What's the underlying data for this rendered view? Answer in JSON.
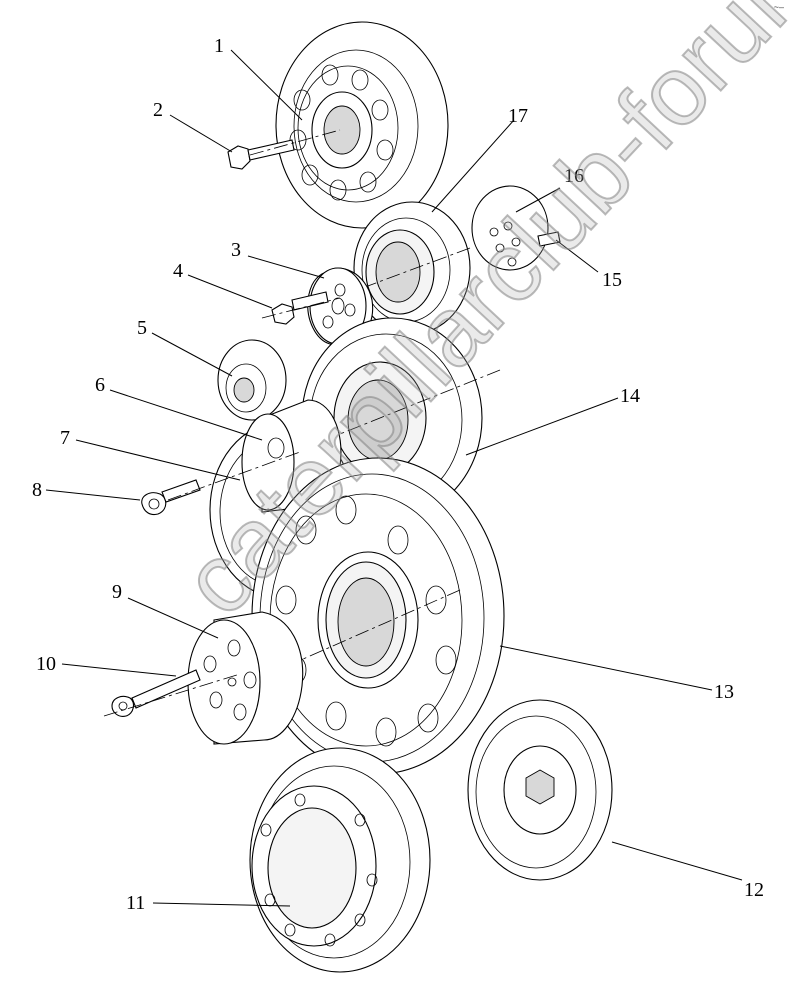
{
  "watermark": "caterpillarclub-forum.ru",
  "corner_mark": "~–",
  "callouts": [
    {
      "id": "1",
      "text": "1"
    },
    {
      "id": "2",
      "text": "2"
    },
    {
      "id": "3",
      "text": "3"
    },
    {
      "id": "4",
      "text": "4"
    },
    {
      "id": "5",
      "text": "5"
    },
    {
      "id": "6",
      "text": "6"
    },
    {
      "id": "7",
      "text": "7"
    },
    {
      "id": "8",
      "text": "8"
    },
    {
      "id": "9",
      "text": "9"
    },
    {
      "id": "10",
      "text": "10"
    },
    {
      "id": "11",
      "text": "11"
    },
    {
      "id": "12",
      "text": "12"
    },
    {
      "id": "13",
      "text": "13"
    },
    {
      "id": "14",
      "text": "14"
    },
    {
      "id": "15",
      "text": "15"
    },
    {
      "id": "16",
      "text": "16"
    },
    {
      "id": "17",
      "text": "17"
    }
  ]
}
